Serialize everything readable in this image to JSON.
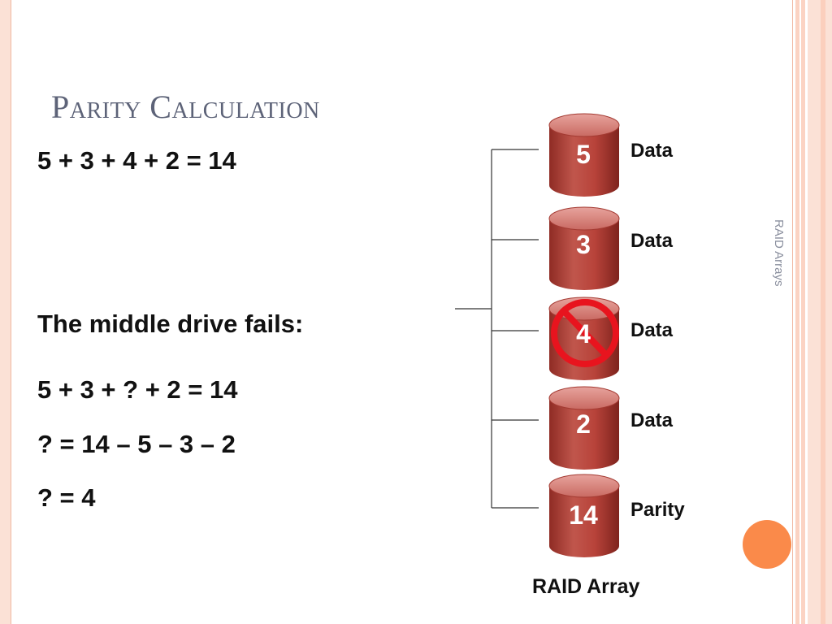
{
  "slide": {
    "title": "Parity Calculation",
    "side_label": "RAID Arrays"
  },
  "equations": {
    "line1": "5 + 3 + 4 + 2 = 14",
    "fail_heading": "The middle drive fails:",
    "line2": "5 + 3 + ? + 2 = 14",
    "line3": "? = 14 – 5 – 3 – 2",
    "line4": "? = 4"
  },
  "diagram": {
    "drives": [
      {
        "value": "5",
        "label": "Data",
        "failed": false
      },
      {
        "value": "3",
        "label": "Data",
        "failed": false
      },
      {
        "value": "4",
        "label": "Data",
        "failed": true
      },
      {
        "value": "2",
        "label": "Data",
        "failed": false
      },
      {
        "value": "14",
        "label": "Parity",
        "failed": false
      }
    ],
    "caption": "RAID Array",
    "failed_icon": "prohibited-icon"
  },
  "colors": {
    "drive_body": "#b8433a",
    "drive_top": "#d9827b",
    "prohibit_red": "#e8141e",
    "title_color": "#5d6378",
    "accent_orange": "#fa8a4a"
  }
}
